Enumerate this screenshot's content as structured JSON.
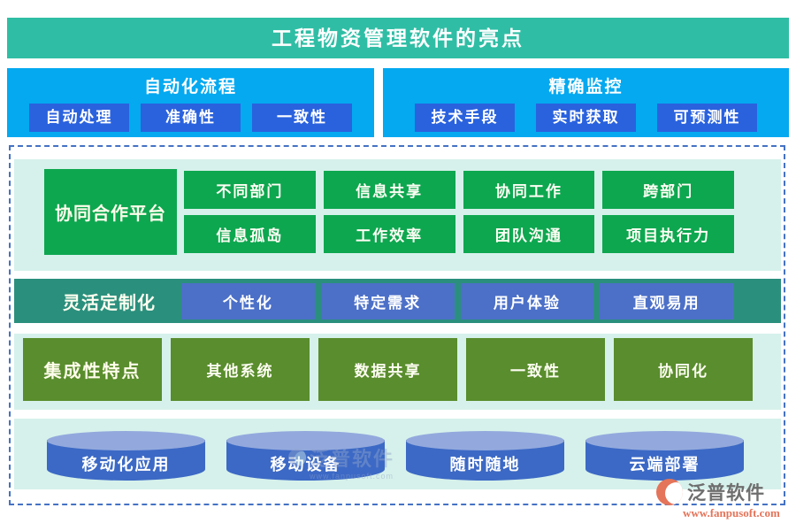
{
  "title": "工程物资管理软件的亮点",
  "top_panels": [
    {
      "title": "自动化流程",
      "buttons": [
        "自动处理",
        "准确性",
        "一致性"
      ]
    },
    {
      "title": "精确监控",
      "buttons": [
        "技术手段",
        "实时获取",
        "可预测性"
      ]
    }
  ],
  "collaboration": {
    "label": "协同合作平台",
    "row1": [
      "不同部门",
      "信息共享",
      "协同工作",
      "跨部门"
    ],
    "row2": [
      "信息孤岛",
      "工作效率",
      "团队沟通",
      "项目执行力"
    ]
  },
  "customization": {
    "label": "灵活定制化",
    "buttons": [
      "个性化",
      "特定需求",
      "用户体验",
      "直观易用"
    ]
  },
  "integration": {
    "label": "集成性特点",
    "buttons": [
      "其他系统",
      "数据共享",
      "一致性",
      "协同化"
    ]
  },
  "mobility": {
    "cylinders": [
      "移动化应用",
      "移动设备",
      "随时随地",
      "云端部署"
    ]
  },
  "watermark": {
    "brand": "泛普软件",
    "url": "www.fanpusoft.com"
  },
  "logo": {
    "brand": "泛普软件",
    "url": "www.fanpusoft.com"
  },
  "colors": {
    "title_teal": "#2FBEA5",
    "panel_blue": "#04A9F0",
    "chip_blue": "#2A62DE",
    "green": "#0DA750",
    "band_teal": "#2B8F7D",
    "button_indigo": "#4C70C8",
    "olive_green": "#598D2D",
    "band_cyan": "#D6F1EB",
    "cylinder_blue": "#3C69C5",
    "cylinder_top_blue": "#93A9DD",
    "dashed_border_blue": "#4472C4",
    "logo_orange": "#E4745A"
  }
}
